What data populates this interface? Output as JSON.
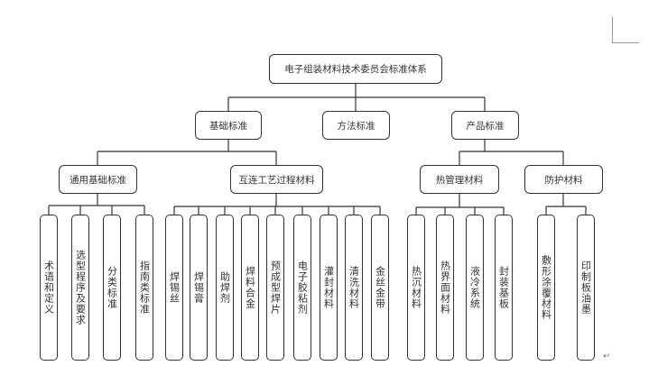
{
  "document": {
    "paragraph_mark": "↵"
  },
  "tree": {
    "root": "电子组装材料技术委员会标准体系",
    "level1": [
      {
        "label": "基础标准"
      },
      {
        "label": "方法标准"
      },
      {
        "label": "产品标准"
      }
    ],
    "level2": [
      {
        "label": "通用基础标准",
        "parent": "基础标准",
        "children": [
          "术语和定义",
          "选型程序及要求",
          "分类标准",
          "指南类标准"
        ]
      },
      {
        "label": "互连工艺过程材料",
        "parent": "基础标准",
        "children": [
          "焊锡丝",
          "焊锡膏",
          "助焊剂",
          "焊料合金",
          "预成型焊片",
          "电子胶粘剂",
          "灌封材料",
          "清洗材料",
          "金丝金带"
        ]
      },
      {
        "label": "热管理材料",
        "parent": "产品标准",
        "children": [
          "热沉材料",
          "热界面材料",
          "液冷系统",
          "封装基板"
        ]
      },
      {
        "label": "防护材料",
        "parent": "产品标准",
        "children": [
          "敷形涂覆材料",
          "印制板油墨"
        ]
      }
    ]
  }
}
